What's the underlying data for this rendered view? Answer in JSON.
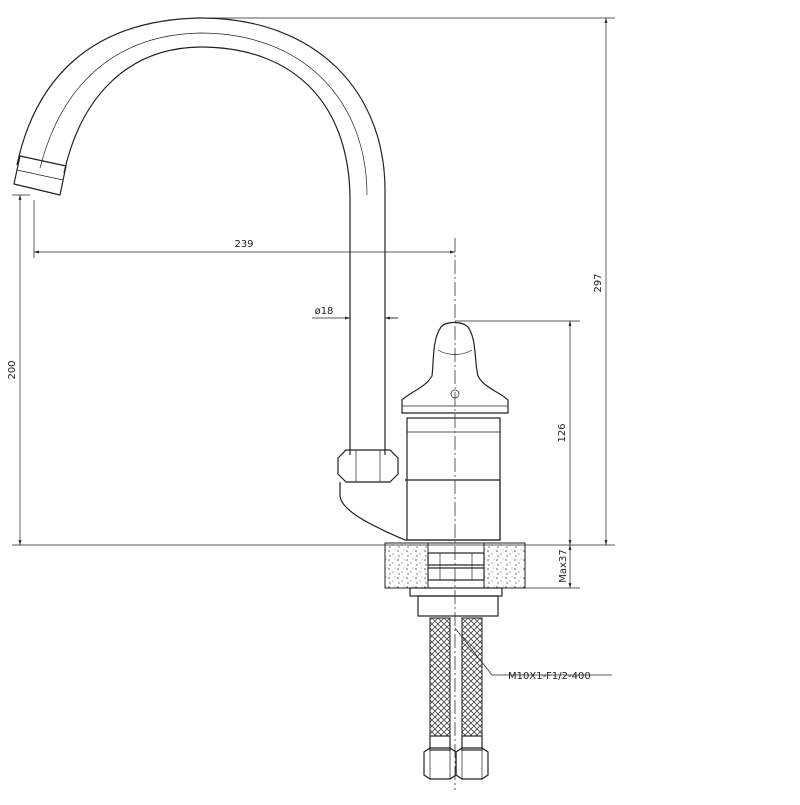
{
  "dimensions": {
    "reach": "239",
    "spout_diameter": "ø18",
    "spout_height": "200",
    "total_height": "297",
    "body_height": "126",
    "mount_thickness": "Max37"
  },
  "callouts": {
    "hose": "M10X1-F1/2-400"
  }
}
